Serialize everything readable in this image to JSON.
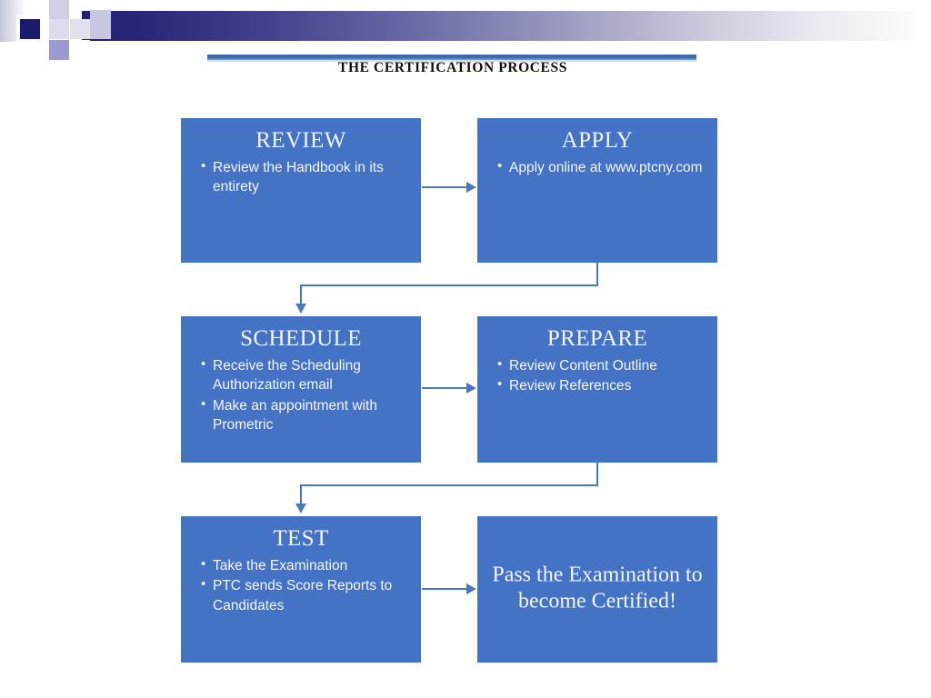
{
  "slide": {
    "title": "THE CERTIFICATION PROCESS",
    "accent_color": "#4472c4",
    "connector_color": "#4a77bd",
    "header_gradient_from": "#232072",
    "header_gradient_to": "#ffffff"
  },
  "flow": {
    "steps": [
      {
        "id": "review",
        "heading": "REVIEW",
        "bullets": [
          "Review the Handbook in its entirety"
        ]
      },
      {
        "id": "apply",
        "heading": "APPLY",
        "bullets": [
          "Apply online at www.ptcny.com"
        ]
      },
      {
        "id": "schedule",
        "heading": "SCHEDULE",
        "bullets": [
          "Receive the Scheduling Authorization email",
          "Make an appointment with Prometric"
        ]
      },
      {
        "id": "prepare",
        "heading": "PREPARE",
        "bullets": [
          "Review Content Outline",
          "Review References"
        ]
      },
      {
        "id": "test",
        "heading": "TEST",
        "bullets": [
          "Take the Examination",
          "PTC sends Score Reports to Candidates"
        ]
      },
      {
        "id": "certified",
        "heading": "",
        "callout": "Pass the Examination to become Certified!"
      }
    ]
  }
}
